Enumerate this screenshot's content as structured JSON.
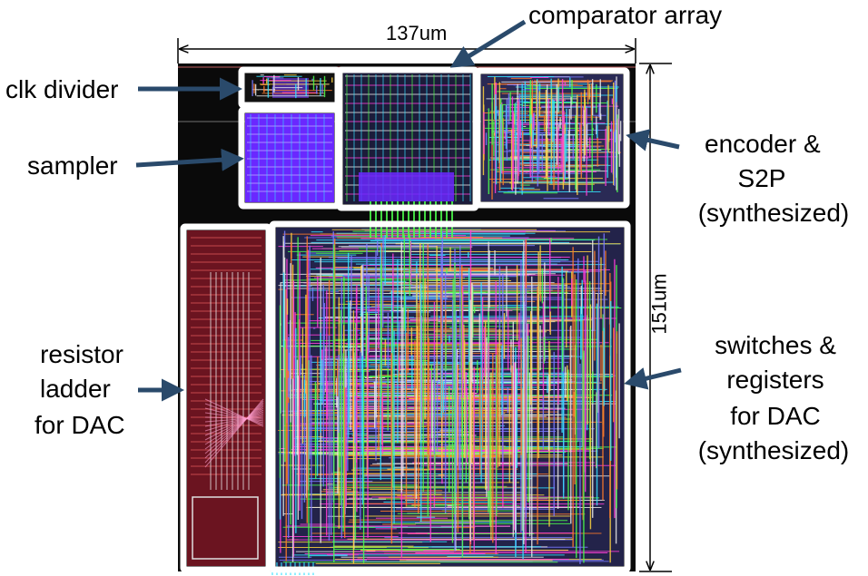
{
  "dimensions": {
    "width_label": "137um",
    "height_label": "151um"
  },
  "labels": {
    "comparator_array": "comparator array",
    "clk_divider": "clk divider",
    "sampler": "sampler",
    "encoder_line1": "encoder &",
    "encoder_line2": "S2P",
    "encoder_line3": "(synthesized)",
    "resistor_line1": "resistor",
    "resistor_line2": "ladder",
    "resistor_line3": "for DAC",
    "switches_line1": "switches &",
    "switches_line2": "registers",
    "switches_line3": "for DAC",
    "switches_line4": "(synthesized)"
  },
  "colors": {
    "arrow": "#2a4a6b",
    "die_background": "#0a0a0a",
    "block_outline": "#ffffff",
    "sampler_fill": "#6a28ff",
    "resistor_fill": "#6b1420",
    "route_colors": [
      "#35e0ff",
      "#ff3fd8",
      "#ffd23f",
      "#4cff4c",
      "#7a7aff",
      "#ff7a2a",
      "#e8e8e8"
    ]
  }
}
